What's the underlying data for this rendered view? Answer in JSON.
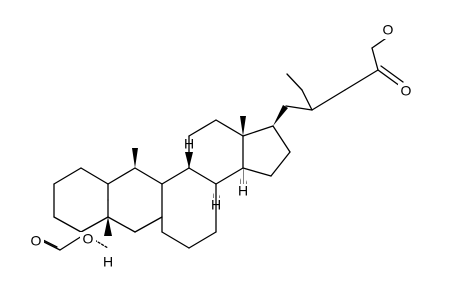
{
  "structure": {
    "atom_labels": {
      "o_ester_methoxy": "O",
      "o_ester_carbonyl": "O",
      "o_formate_carbonyl": "O",
      "o_formate_ether": "O",
      "h_c8": "H",
      "h_c9": "H",
      "h_c14": "H",
      "h_c5": "H"
    }
  },
  "colors": {
    "bond": "#000000",
    "background": "#ffffff"
  }
}
